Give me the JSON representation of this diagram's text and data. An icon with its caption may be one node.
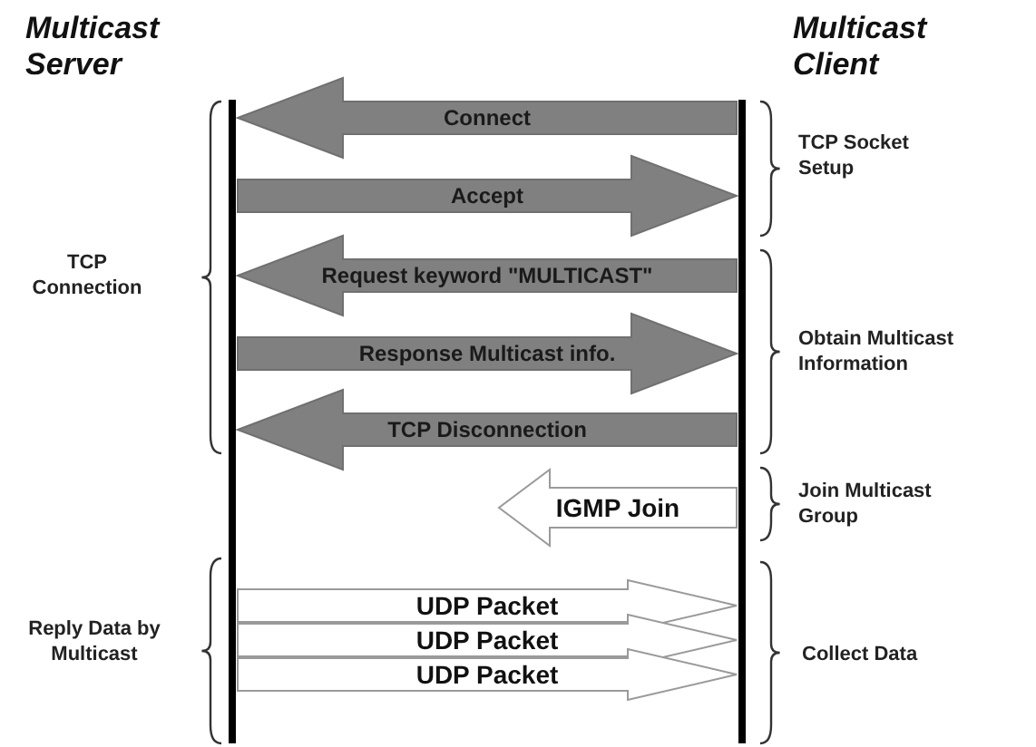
{
  "diagram": {
    "nodes": [
      {
        "text": [],
        "shape": "bar"
      },
      {
        "text": [],
        "shape": "bar"
      }
    ],
    "edges": [
      {
        "from": 1,
        "to": 0,
        "arrow": "to",
        "label": "Connect"
      },
      {
        "from": 0,
        "to": 1,
        "arrow": "to",
        "label": "Accept"
      },
      {
        "from": 1,
        "to": 0,
        "arrow": "to",
        "label": "Request keyword \"MULTICAST\""
      },
      {
        "from": 0,
        "to": 1,
        "arrow": "to",
        "label": "Response Multicast info."
      },
      {
        "from": 1,
        "to": 0,
        "arrow": "to",
        "label": "TCP Disconnection"
      },
      {
        "from": 1,
        "to": null,
        "arrow": "to",
        "label": "IGMP Join",
        "color": "#ffffff"
      },
      {
        "from": 0,
        "to": 1,
        "arrow": "to",
        "label": "UDP Packet",
        "color": "#ffffff"
      },
      {
        "from": 0,
        "to": 1,
        "arrow": "to",
        "label": "UDP Packet",
        "color": "#ffffff"
      },
      {
        "from": 0,
        "to": 1,
        "arrow": "to",
        "label": "UDP Packet",
        "color": "#ffffff"
      }
    ],
    "labels": [
      "Multicast Server",
      "Multicast Client",
      "TCP Socket Setup",
      "TCP Connection",
      "Obtain Multicast Information",
      "Join Multicast Group",
      "Reply Data by Multicast",
      "Collect Data"
    ]
  }
}
